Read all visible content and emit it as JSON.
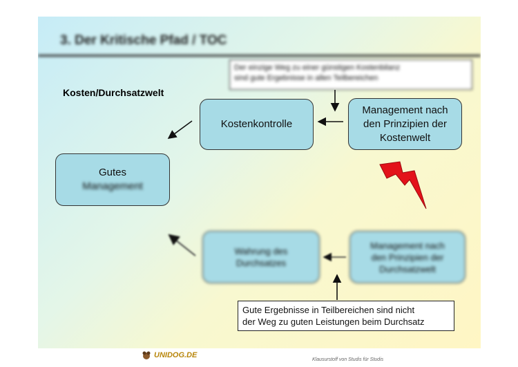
{
  "slide": {
    "title": "3. Der Kritische Pfad / TOC",
    "section_label": "Kosten/Durchsatzwelt",
    "top_note": {
      "line1": "Der einzige Weg zu einer günstigen Kostenbilanz",
      "line2": "sind gute Ergebnisse in allen Teilbereichen"
    },
    "boxes": {
      "kostenkontrolle": {
        "line1": "Kostenkontrolle"
      },
      "management_kosten": {
        "line1": "Management nach",
        "line2": "den Prinzipien der",
        "line3": "Kostenwelt"
      },
      "gutes_management": {
        "line1": "Gutes",
        "line2": "Management"
      },
      "wahrung": {
        "line1": "Wahrung des",
        "line2": "Durchsatzes"
      },
      "management_durchsatz": {
        "line1": "Management nach",
        "line2": "den Prinzipien der",
        "line3": "Durchsatzwelt"
      }
    },
    "bottom_note": {
      "line1": "Gute Ergebnisse in Teilbereichen sind nicht",
      "line2": "der Weg zu guten Leistungen beim Durchsatz"
    },
    "colors": {
      "box_fill": "#a7dbe6",
      "lightning": "#e3121a"
    }
  },
  "footer": {
    "logo_text": "UNIDOG.DE",
    "credit": "Klausurstoff von Studis für Studis"
  }
}
